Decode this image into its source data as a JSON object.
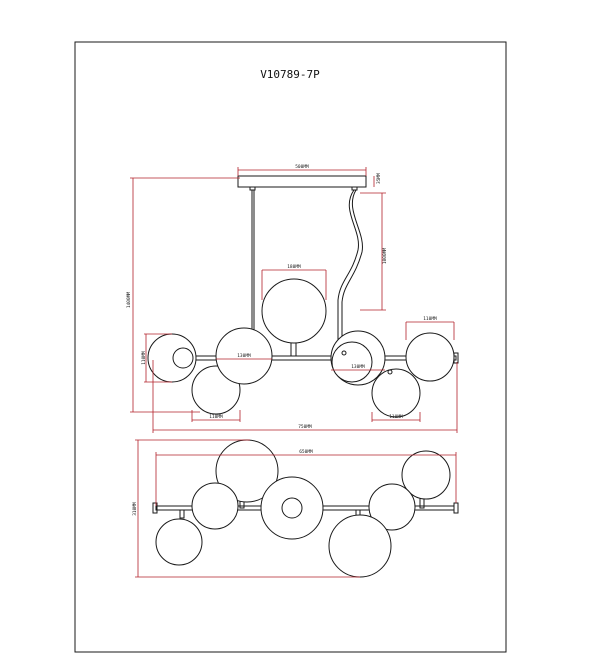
{
  "title": "V10789-7P",
  "dimensions": {
    "canopy_width": "500MM",
    "canopy_height": "35MM",
    "overall_height": "1400MM",
    "wire_length": "1000MM",
    "top_globe": "180MM",
    "left_globe_height": "110MM",
    "globe_130_a": "130MM",
    "globe_130_b": "130MM",
    "right_globe": "110MM",
    "bottom_left_globe": "110MM",
    "bottom_right_globe": "110MM",
    "total_width": "750MM",
    "plan_width": "650MM",
    "plan_depth": "310MM"
  },
  "colors": {
    "dimension": "#b3202a",
    "ink": "#1a1a1a"
  }
}
